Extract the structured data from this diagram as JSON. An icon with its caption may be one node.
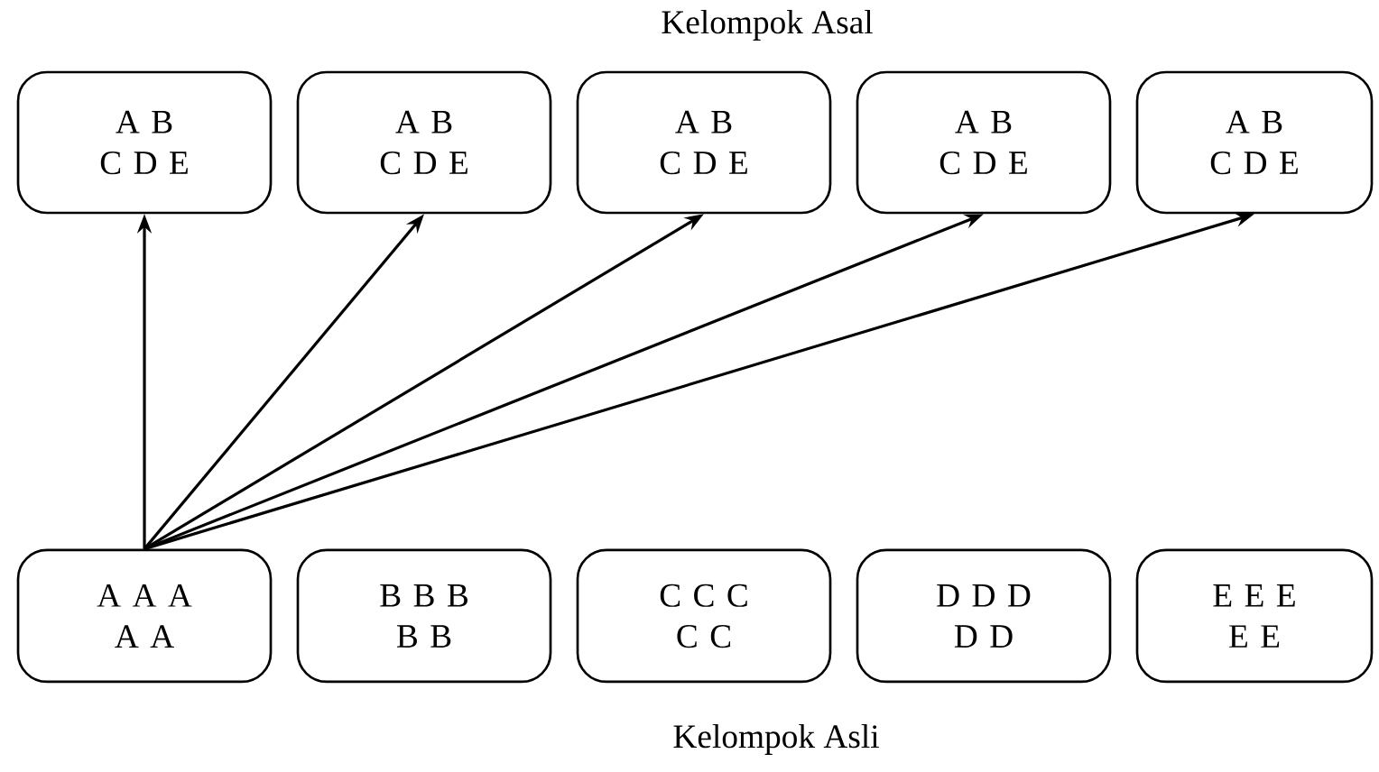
{
  "diagram": {
    "nodes": [
      {
        "text": [
          "A B C D E"
        ]
      },
      {
        "text": [
          "A B C D E"
        ]
      },
      {
        "text": [
          "A B C D E"
        ]
      },
      {
        "text": [
          "A B C D E"
        ]
      },
      {
        "text": [
          "A B C D E"
        ]
      },
      {
        "text": [
          "A A A A A"
        ]
      },
      {
        "text": [
          "B B B B B"
        ]
      },
      {
        "text": [
          "C C C C C"
        ]
      },
      {
        "text": [
          "D D D D D"
        ]
      },
      {
        "text": [
          "E E E E E"
        ]
      }
    ],
    "edges": [
      {
        "from": 5,
        "to": 0,
        "arrow": "to"
      },
      {
        "from": 5,
        "to": 1,
        "arrow": "to"
      },
      {
        "from": 5,
        "to": 2,
        "arrow": "to"
      },
      {
        "from": 5,
        "to": 3,
        "arrow": "to"
      },
      {
        "from": 5,
        "to": 4,
        "arrow": "to"
      }
    ],
    "labels": [
      "Kelompok Asal",
      "Kelompok Asli"
    ]
  }
}
